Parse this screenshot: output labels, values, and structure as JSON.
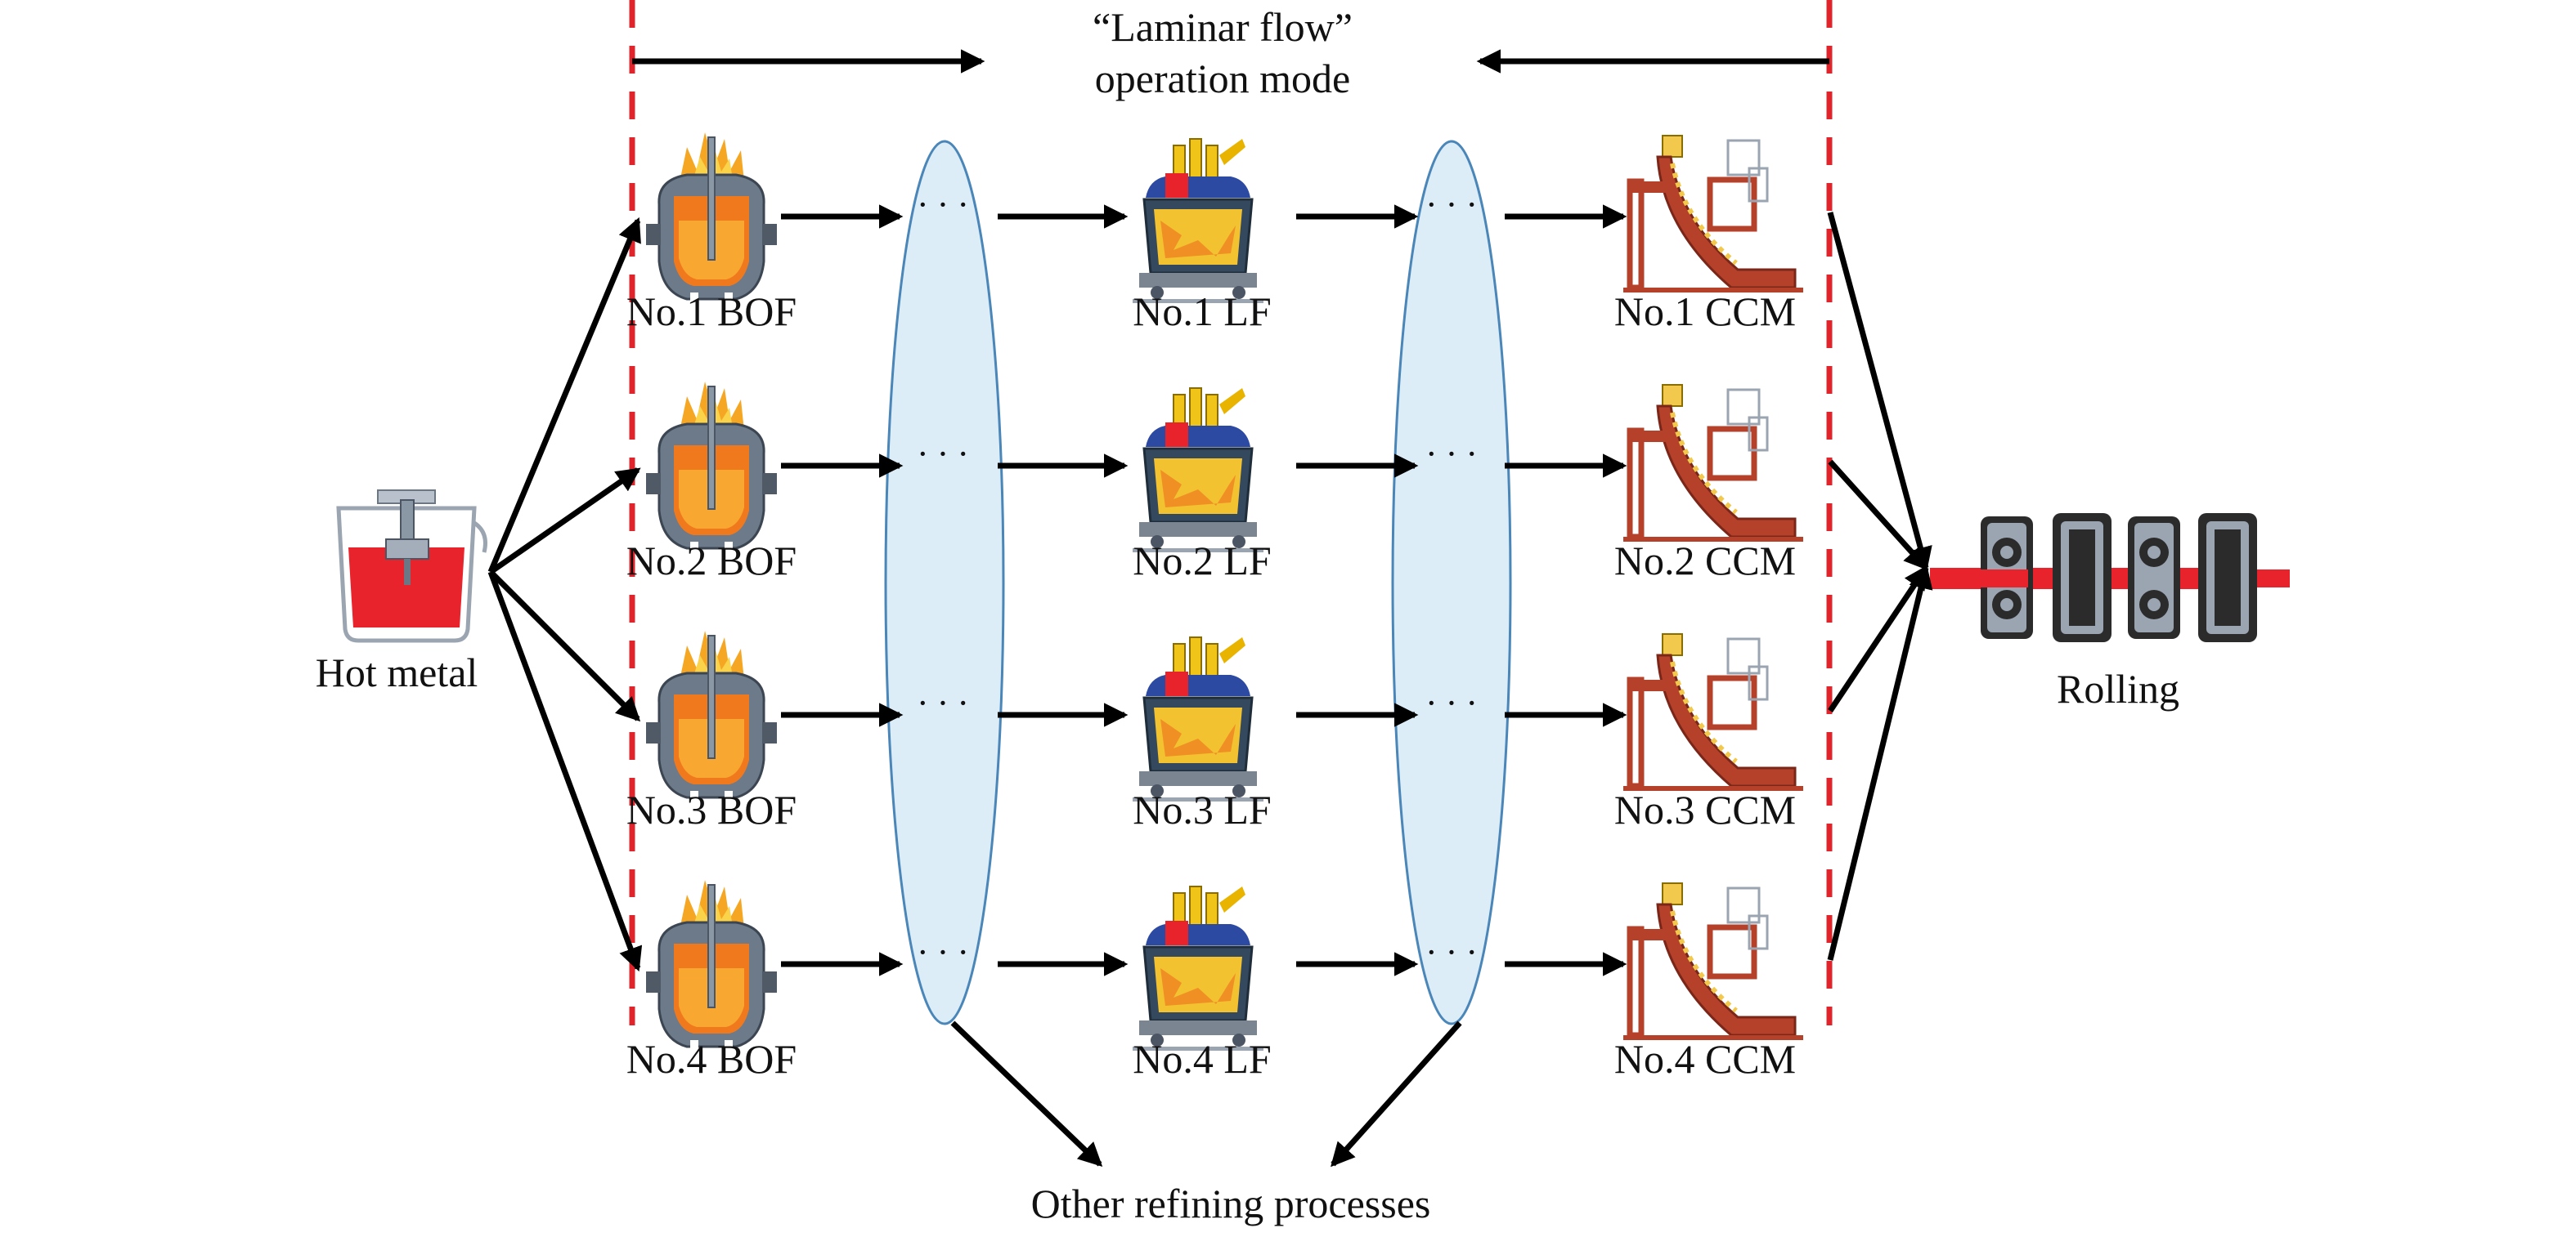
{
  "header": {
    "line1": "“Laminar flow”",
    "line2": "operation mode"
  },
  "source": {
    "label": "Hot metal"
  },
  "bof": [
    {
      "label": "No.1 BOF"
    },
    {
      "label": "No.2 BOF"
    },
    {
      "label": "No.3 BOF"
    },
    {
      "label": "No.4 BOF"
    }
  ],
  "lf": [
    {
      "label": "No.1 LF"
    },
    {
      "label": "No.2 LF"
    },
    {
      "label": "No.3 LF"
    },
    {
      "label": "No.4 LF"
    }
  ],
  "ccm": [
    {
      "label": "No.1 CCM"
    },
    {
      "label": "No.2 CCM"
    },
    {
      "label": "No.3 CCM"
    },
    {
      "label": "No.4 CCM"
    }
  ],
  "sink": {
    "label": "Rolling"
  },
  "other": {
    "label": "Other refining processes"
  },
  "colors": {
    "boundary": "#e0242b",
    "ellipse_fill": "#dcedf8",
    "ellipse_stroke": "#4a86b8",
    "molten": "#e8232b"
  }
}
